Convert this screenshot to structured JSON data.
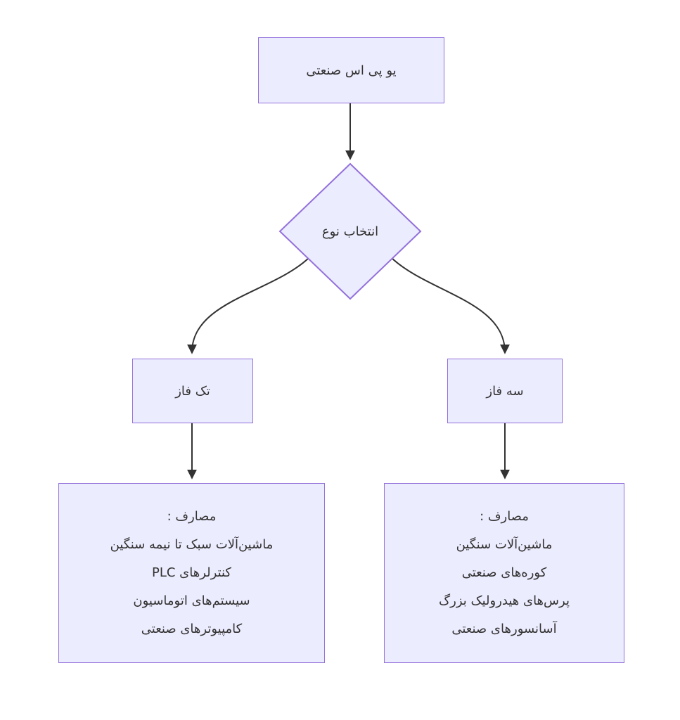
{
  "diagram": {
    "type": "flowchart",
    "direction": "top-down",
    "colors": {
      "background": "#FFFFFF",
      "node_fill": "#ECECFF",
      "node_border": "#9370DB",
      "edge_color": "#333333",
      "text_color": "#333333"
    },
    "nodes": {
      "root": {
        "shape": "rect",
        "label": "یو پی اس صنعتی"
      },
      "decision": {
        "shape": "diamond",
        "label": "انتخاب نوع"
      },
      "single_phase": {
        "shape": "rect",
        "label": "تک فاز"
      },
      "three_phase": {
        "shape": "rect",
        "label": "سه فاز"
      },
      "single_phase_uses": {
        "shape": "rect",
        "lines": [
          "مصارف :",
          "ماشین‌آلات سبک تا نیمه سنگین",
          "کنترلرهای PLC",
          "سیستم‌های اتوماسیون",
          "کامپیوترهای صنعتی"
        ]
      },
      "three_phase_uses": {
        "shape": "rect",
        "lines": [
          "مصارف :",
          "ماشین‌آلات سنگین",
          "کوره‌های صنعتی",
          "پرس‌های هیدرولیک بزرگ",
          "آسانسورهای صنعتی"
        ]
      }
    },
    "edges": [
      {
        "from": "root",
        "to": "decision"
      },
      {
        "from": "decision",
        "to": "single_phase"
      },
      {
        "from": "decision",
        "to": "three_phase"
      },
      {
        "from": "single_phase",
        "to": "single_phase_uses"
      },
      {
        "from": "three_phase",
        "to": "three_phase_uses"
      }
    ]
  }
}
